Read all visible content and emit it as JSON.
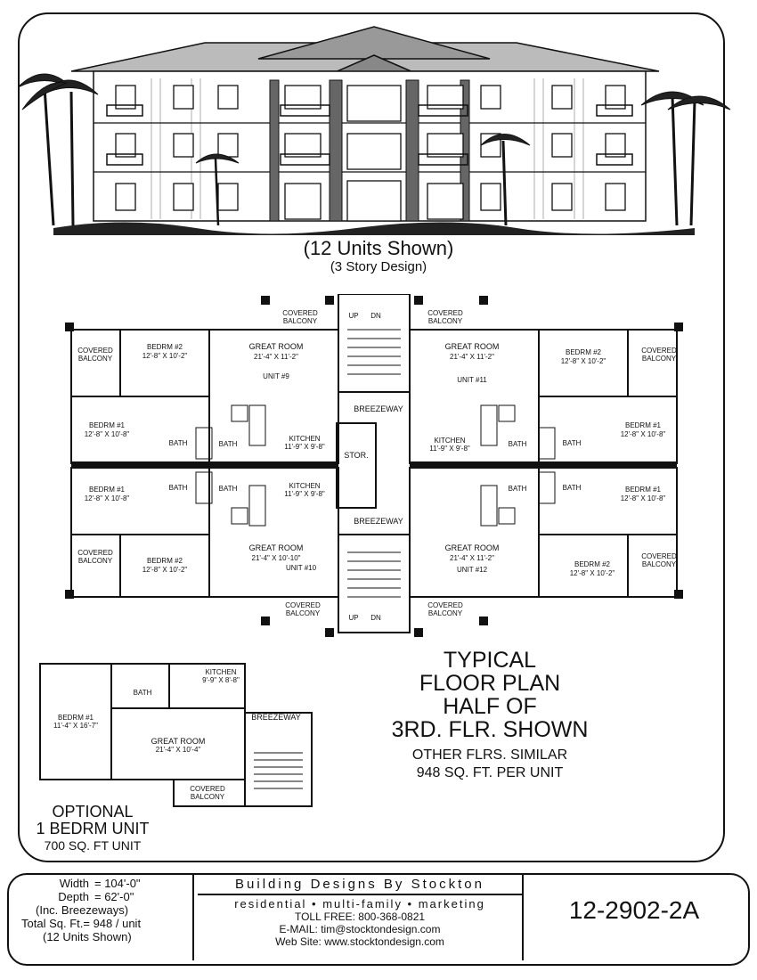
{
  "elevation": {
    "caption": "(12 Units Shown)",
    "subcaption": "(3 Story Design)"
  },
  "floor_plan": {
    "rooms": {
      "bedrm2_tl": "BEDRM #2",
      "bedrm2_tl_size": "12'-8\" X 10'-2\"",
      "bedrm1_tl": "BEDRM #1",
      "bedrm1_tl_size": "12'-8\" X 10'-8\"",
      "bedrm1_bl": "BEDRM #1",
      "bedrm1_bl_size": "12'-8\" X 10'-8\"",
      "bedrm2_bl": "BEDRM #2",
      "bedrm2_bl_size": "12'-8\" X 10'-2\"",
      "bedrm2_tr": "BEDRM #2",
      "bedrm2_tr_size": "12'-8\" X 10'-2\"",
      "bedrm1_tr": "BEDRM #1",
      "bedrm1_tr_size": "12'-8\" X 10'-8\"",
      "bedrm1_br": "BEDRM #1",
      "bedrm1_br_size": "12'-8\" X 10'-8\"",
      "bedrm2_br": "BEDRM #2",
      "bedrm2_br_size": "12'-8\" X 10'-2\"",
      "great_tl": "GREAT ROOM",
      "great_tl_size": "21'-4\" X 11'-2\"",
      "great_bl": "GREAT ROOM",
      "great_bl_size": "21'-4\" X 10'-10\"",
      "great_tr": "GREAT ROOM",
      "great_tr_size": "21'-4\" X 11'-2\"",
      "great_br": "GREAT ROOM",
      "great_br_size": "21'-4\" X 11'-2\"",
      "unit9": "UNIT #9",
      "unit10": "UNIT #10",
      "unit11": "UNIT #11",
      "unit12": "UNIT #12",
      "kitchen": "KITCHEN",
      "kitchen_size": "11'-9\" X 9'-8\"",
      "bath": "BATH",
      "stor": "STOR.",
      "breezeway": "BREEZEWAY",
      "covered": "COVERED",
      "balcony": "BALCONY",
      "up": "UP",
      "dn": "DN"
    },
    "title_lines": [
      "TYPICAL",
      "FLOOR PLAN",
      "HALF OF",
      "3RD. FLR. SHOWN"
    ],
    "other_floors": "OTHER FLRS. SIMILAR",
    "sqft_per_unit": "948 SQ. FT. PER UNIT"
  },
  "optional_unit": {
    "bedrm": "BEDRM #1",
    "bedrm_size": "11'-4\" X 16'-7\"",
    "great": "GREAT ROOM",
    "great_size": "21'-4\" X 10'-4\"",
    "kitchen": "KITCHEN",
    "kitchen_size": "9'-9\" X 8'-8\"",
    "bath": "BATH",
    "breezeway": "BREEZEWAY",
    "covered": "COVERED",
    "balcony": "BALCONY",
    "title1": "OPTIONAL",
    "title2": "1 BEDRM UNIT",
    "sqft": "700 SQ. FT UNIT"
  },
  "footer": {
    "width_label": "Width",
    "width_value": "= 104'-0\"",
    "depth_label": "Depth",
    "depth_value": "= 62'-0\"",
    "breezeways_note": "(Inc. Breezeways)",
    "total_sqft": "Total Sq. Ft.= 948 / unit",
    "units_shown": "(12 Units Shown)",
    "company": "Building Designs By Stockton",
    "tagline": "residential • multi-family • marketing",
    "toll_free": "TOLL FREE:  800-368-0821",
    "email": "E-MAIL:  tim@stocktondesign.com",
    "website": "Web Site:  www.stocktondesign.com",
    "plan_number": "12-2902-2A"
  }
}
